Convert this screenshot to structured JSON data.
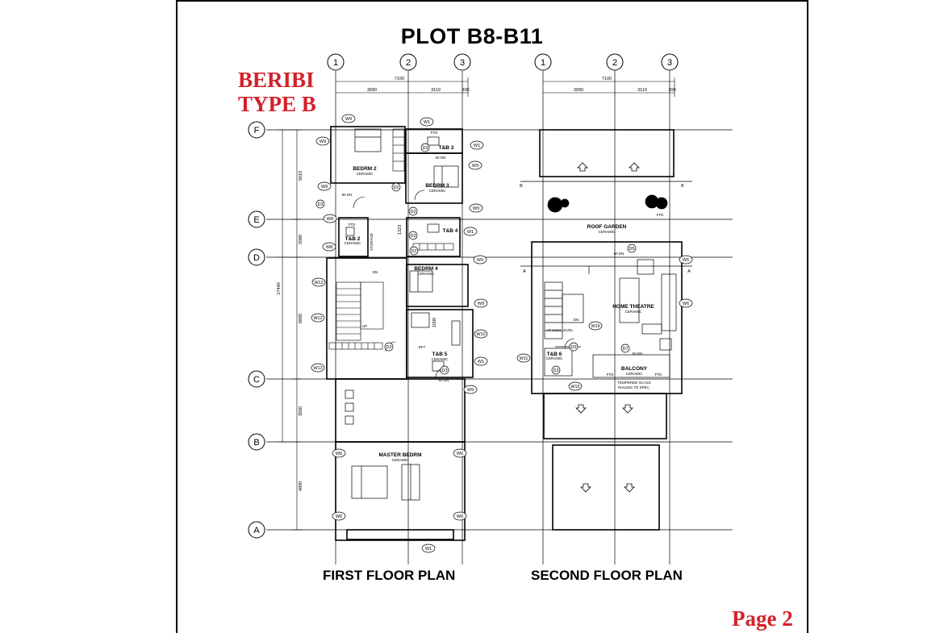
{
  "header": {
    "title": "PLOT B8-B11",
    "brand_line1": "BERIBI",
    "brand_line2": "TYPE B",
    "page": "Page 2"
  },
  "plans": {
    "first": {
      "label": "FIRST FLOOR PLAN"
    },
    "second": {
      "label": "SECOND FLOOR PLAN"
    }
  },
  "grid": {
    "columns": [
      "1",
      "2",
      "3"
    ],
    "rows": [
      "F",
      "E",
      "D",
      "C",
      "B",
      "A"
    ]
  },
  "dimensions": {
    "total_width": "7100",
    "bay_1": "3990",
    "bay_2": "3110",
    "bay_3": "300",
    "f_e": "5010",
    "e_d": "2080",
    "d_c": "6800",
    "d_b": "17440",
    "c_b": "3500",
    "b_a": "4800",
    "stair_small": "1323",
    "t_small": "1000"
  },
  "rooms": {
    "bedrm2": "BEDRM 2",
    "bedrm3": "BEDRM 3",
    "bedrm4": "BEDRM 4",
    "tb2": "T&B 2",
    "tb3": "T&B 3",
    "tb4": "T&B 4",
    "tb5": "T&B 5",
    "tb6": "T&B 6",
    "master": "MASTER BEDRM",
    "roof_garden": "ROOF GARDEN",
    "home_theatre": "HOME THEATRE",
    "balcony": "BALCONY",
    "ceramic": "CERAMIC",
    "railing_1": "TEMPERED GLASS",
    "railing_2": "RAILING TO SPEC.",
    "storage": "STORAGE",
    "at_high_level": "AT HIGH LEVEL",
    "up": "UP",
    "dn": "DN",
    "ftd": "FTD",
    "dft": "DFT",
    "dn_50": "50 DN",
    "dn_60": "60 DN",
    "section_a": "A",
    "section_b": "B"
  },
  "tags": {
    "w1": "W1",
    "w5": "W5",
    "w6": "W6",
    "w8": "W8",
    "w9": "W9",
    "w10": "W10",
    "w11": "W11",
    "w12": "W12",
    "w13": "W13",
    "w15": "W15",
    "w16": "W16",
    "d2": "D2",
    "d3": "D3",
    "d5": "D5",
    "d7": "D7"
  },
  "colors": {
    "brand_red": "#d4212a",
    "ink": "#000000"
  }
}
